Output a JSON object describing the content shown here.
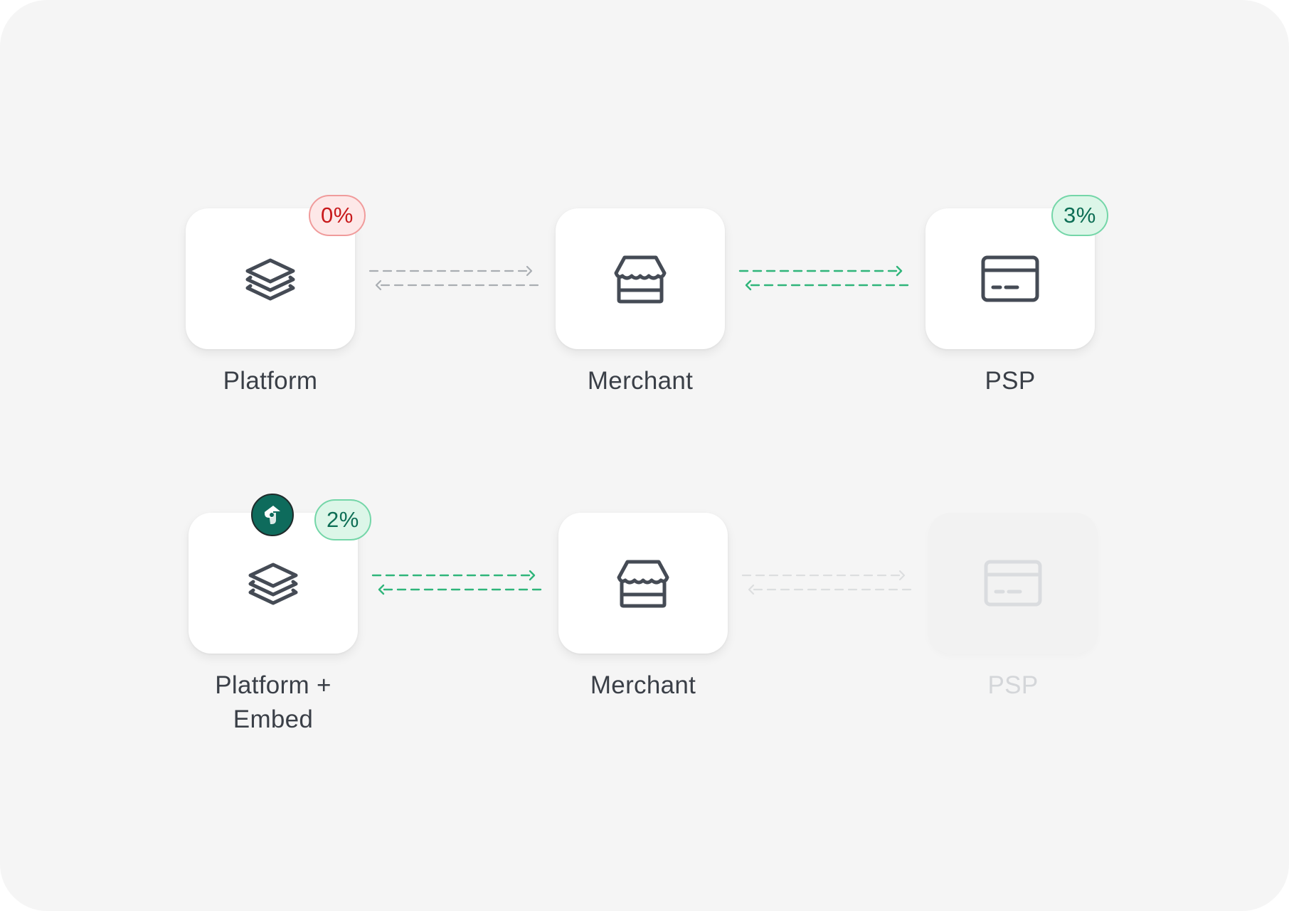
{
  "rows": [
    {
      "nodes": [
        {
          "label_lines": [
            "Platform"
          ],
          "icon": "layers-icon",
          "faded": false
        },
        {
          "label_lines": [
            "Merchant"
          ],
          "icon": "storefront-icon",
          "faded": false
        },
        {
          "label_lines": [
            "PSP"
          ],
          "icon": "credit-card-icon",
          "faded": false
        }
      ],
      "badges": [
        {
          "text": "0%",
          "tone": "red",
          "attached_to": "Platform"
        },
        {
          "text": "3%",
          "tone": "green",
          "attached_to": "PSP"
        }
      ],
      "connectors": [
        {
          "between": [
            "Platform",
            "Merchant"
          ],
          "style": "gray"
        },
        {
          "between": [
            "Merchant",
            "PSP"
          ],
          "style": "green"
        }
      ]
    },
    {
      "nodes": [
        {
          "label_lines": [
            "Platform +",
            "Embed"
          ],
          "icon": "layers-icon",
          "faded": false
        },
        {
          "label_lines": [
            "Merchant"
          ],
          "icon": "storefront-icon",
          "faded": false
        },
        {
          "label_lines": [
            "PSP"
          ],
          "icon": "credit-card-icon",
          "faded": true
        }
      ],
      "badges": [
        {
          "text": "2%",
          "tone": "green",
          "attached_to": "Platform +"
        }
      ],
      "logo": {
        "icon": "embed-logo-icon",
        "attached_to": "Platform +"
      },
      "connectors": [
        {
          "between": [
            "Platform +",
            "Merchant"
          ],
          "style": "green"
        },
        {
          "between": [
            "Merchant",
            "PSP"
          ],
          "style": "faded"
        }
      ]
    }
  ],
  "colors": {
    "background": "#f5f5f5",
    "card": "#ffffff",
    "icon_stroke": "#454b55",
    "connector_gray": "#a9adb2",
    "connector_green": "#2fb57a",
    "connector_faded": "#dcdedf",
    "badge_red_text": "#c8191b",
    "badge_green_text": "#0d6e55",
    "logo": "#0e6b5c"
  }
}
